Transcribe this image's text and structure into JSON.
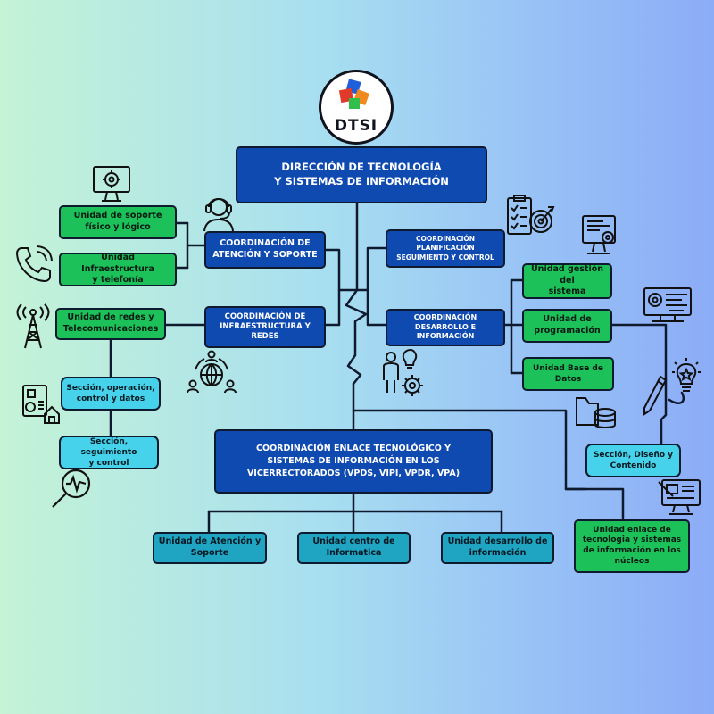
{
  "logo": {
    "text": "DTSI"
  },
  "nodes": {
    "direccion": "DIRECCIÓN DE TECNOLOGÍA\nY SISTEMAS DE INFORMACIÓN",
    "coord_atencion": "COORDINACIÓN DE\nATENCIÓN Y SOPORTE",
    "coord_infra": "COORDINACIÓN DE\nINFRAESTRUCTURA Y\nREDES",
    "coord_planificacion": "COORDINACIÓN\nPLANIFICACIÓN\nSEGUIMIENTO Y CONTROL",
    "coord_desarrollo": "COORDINACIÓN\nDESARROLLO E\nINFORMACIÓN",
    "coord_enlace": "COORDINACIÓN ENLACE TECNOLÓGICO Y\nSISTEMAS DE INFORMACIÓN EN LOS\nVICERRECTORADOS (VPDS, VIPI, VPDR, VPA)",
    "u_soporte_fisico": "Unidad de soporte\nfísico y lógico",
    "u_infra_telefonia": "Unidad Infraestructura\ny telefonía",
    "u_redes": "Unidad de redes y\nTelecomunicaciones",
    "s_operacion": "Sección, operación,\ncontrol  y datos",
    "s_seguimiento": "Sección, seguimiento\ny control",
    "u_gestion": "Unidad gestión del\nsistema",
    "u_programacion": "Unidad de\nprogramación",
    "u_base_datos": "Unidad Base de Datos",
    "s_diseno": "Sección, Diseño y\nContenido",
    "u_enlace_nucleos": "Unidad enlace de\ntecnologia y sistemas\nde información en los\nnúcleos",
    "u_atencion_soporte": "Unidad de Atención y\nSoporte",
    "u_centro_informatica": "Unidad centro de\nInformatica",
    "u_desarrollo_info": "Unidad desarrollo de\ninformación"
  },
  "colors": {
    "dark_box": "#0f4ab0",
    "green_box": "#1dc15a",
    "cyan_box": "#45d2ea",
    "teal_box": "#1fa4c2",
    "line": "#0f1a2e"
  },
  "icons": [
    "monitor-gear-icon",
    "headset-agent-icon",
    "phone-icon",
    "radio-tower-icon",
    "security-panel-icon",
    "magnifier-pulse-icon",
    "network-people-icon",
    "checklist-target-icon",
    "monitor-settings-icon",
    "computer-code-icon",
    "person-ideas-icon",
    "lightbulb-icon",
    "pencil-icon",
    "folder-database-icon",
    "design-monitor-icon"
  ]
}
